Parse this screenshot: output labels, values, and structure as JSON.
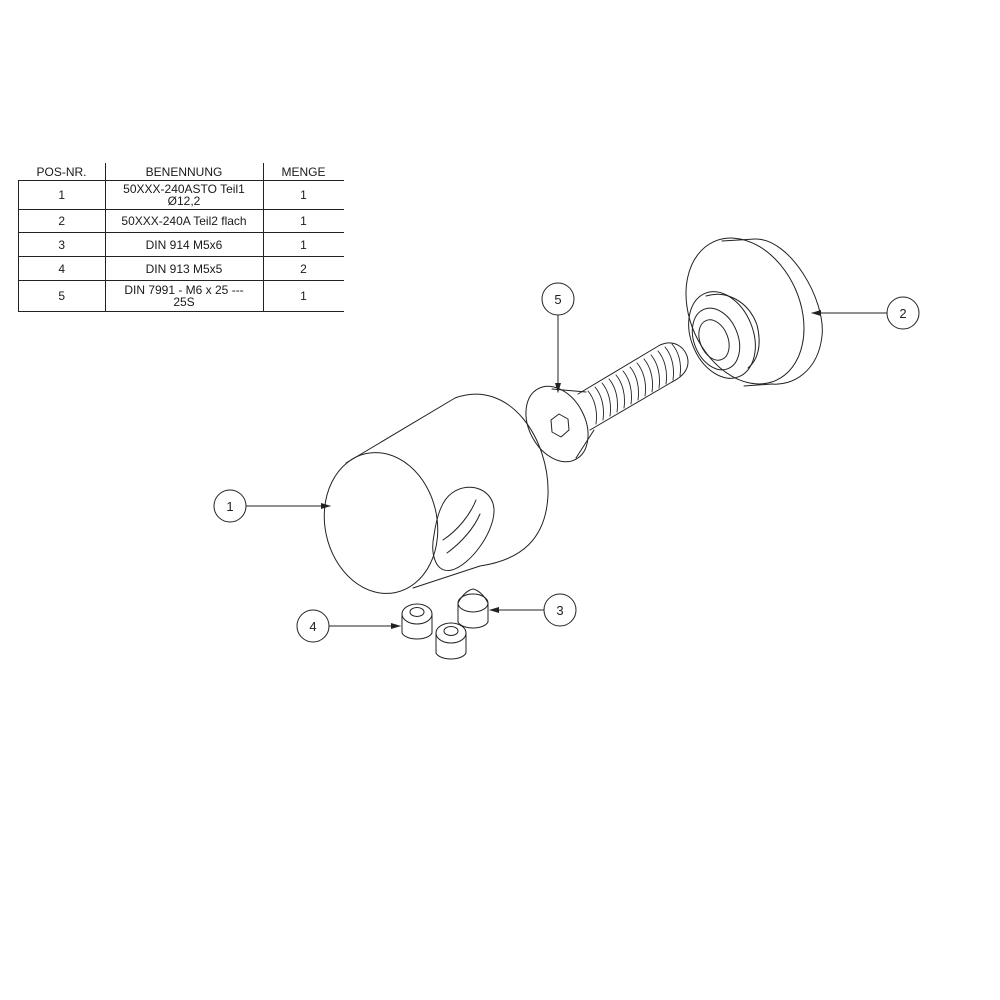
{
  "bom": {
    "headers": [
      "POS-NR.",
      "BENENNUNG",
      "MENGE"
    ],
    "rows": [
      {
        "pos": "1",
        "name_lines": [
          "50XXX-240ASTO Teil1",
          "Ø12,2"
        ],
        "qty": "1"
      },
      {
        "pos": "2",
        "name_lines": [
          "50XXX-240A Teil2 flach"
        ],
        "qty": "1"
      },
      {
        "pos": "3",
        "name_lines": [
          "DIN 914 M5x6"
        ],
        "qty": "1"
      },
      {
        "pos": "4",
        "name_lines": [
          "DIN 913 M5x5"
        ],
        "qty": "2"
      },
      {
        "pos": "5",
        "name_lines": [
          "DIN 7991 - M6 x 25 ---",
          "25S"
        ],
        "qty": "1"
      }
    ]
  },
  "balloons": {
    "b1": "1",
    "b2": "2",
    "b3": "3",
    "b4": "4",
    "b5": "5"
  },
  "colors": {
    "line": "#222222",
    "background": "#ffffff"
  }
}
